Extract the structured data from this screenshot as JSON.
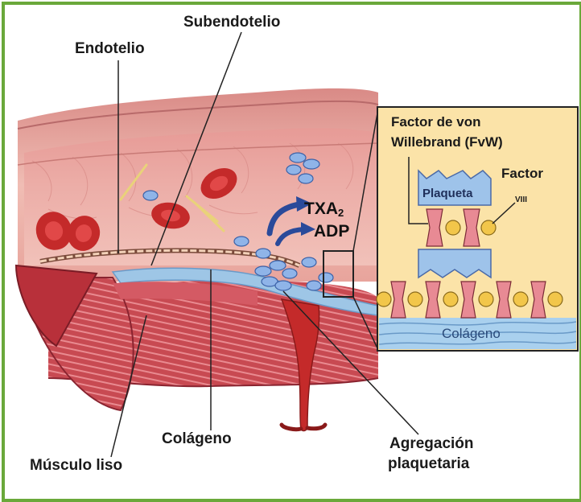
{
  "labels": {
    "subendotelio": "Subendotelio",
    "endotelio": "Endotelio",
    "txa": "TXA",
    "txa_sub": "2",
    "adp": "ADP",
    "colageno": "Colágeno",
    "musculo_liso": "Músculo liso",
    "agregacion_line1": "Agregación",
    "agregacion_line2": "plaquetaria"
  },
  "inset": {
    "title_line1": "Factor de von",
    "title_line2": "Willebrand (FvW)",
    "factor": "Factor",
    "factor_sub": "VIII",
    "plaqueta": "Plaqueta",
    "colageno": "Colágeno"
  },
  "colors": {
    "frame": "#6aa83a",
    "vessel_wall": "#e9a9a2",
    "muscle": "#c84a52",
    "collagen": "#9ec6e6",
    "blood": "#c42a2a",
    "platelet": "#8fb4e8",
    "inset_bg": "#fbe3a8"
  }
}
